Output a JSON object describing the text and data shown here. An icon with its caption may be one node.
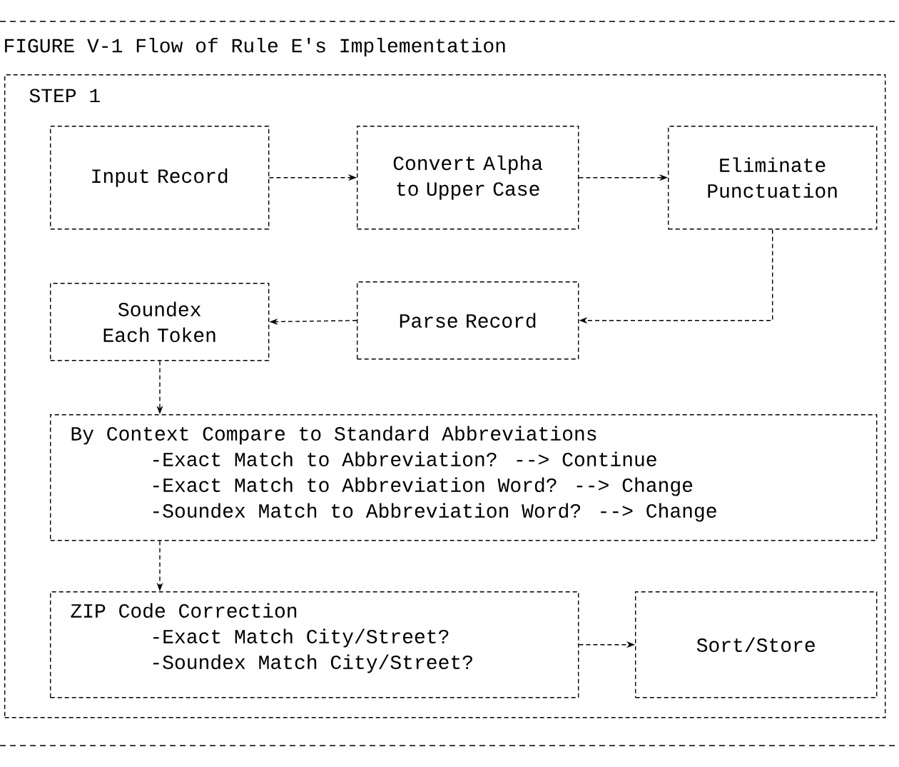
{
  "diagram": {
    "title": "FIGURE V-1 Flow of Rule E's Implementation",
    "nodes": [
      {
        "text": [
          "STEP 1"
        ]
      },
      {
        "text": [
          "Input Record"
        ],
        "in": 0
      },
      {
        "text": [
          "Convert Alpha to Upper Case"
        ],
        "in": 0
      },
      {
        "text": [
          "Eliminate Punctuation"
        ],
        "in": 0
      },
      {
        "text": [
          "Soundex Each Token"
        ],
        "in": 0
      },
      {
        "text": [
          "Parse Record"
        ],
        "in": 0
      },
      {
        "text": [
          "By Context Compare to Standard Abbreviations",
          "-Exact Match to Abbreviation? --> Continue",
          "-Exact Match to Abbreviation Word? --> Change",
          "-Soundex Match to Abbreviation Word? --> Change"
        ],
        "in": 0
      },
      {
        "text": [
          "ZIP Code Correction",
          "-Exact Match City/Street?",
          "-Soundex Match City/Street?"
        ],
        "in": 0
      },
      {
        "text": [
          "Sort/Store"
        ],
        "in": 0
      }
    ],
    "edges": [
      {
        "from": 1,
        "to": 2,
        "arrow": "to",
        "style": "dashed"
      },
      {
        "from": 2,
        "to": 3,
        "arrow": "to",
        "style": "dashed"
      },
      {
        "from": 3,
        "to": 5,
        "arrow": "to",
        "style": "dashed"
      },
      {
        "from": 5,
        "to": 4,
        "arrow": "to",
        "style": "dashed"
      },
      {
        "from": 4,
        "to": 6,
        "arrow": "to",
        "style": "dashed"
      },
      {
        "from": 6,
        "to": 7,
        "arrow": "to",
        "style": "dashed"
      },
      {
        "from": 7,
        "to": 8,
        "arrow": "to",
        "style": "dashed"
      }
    ]
  }
}
